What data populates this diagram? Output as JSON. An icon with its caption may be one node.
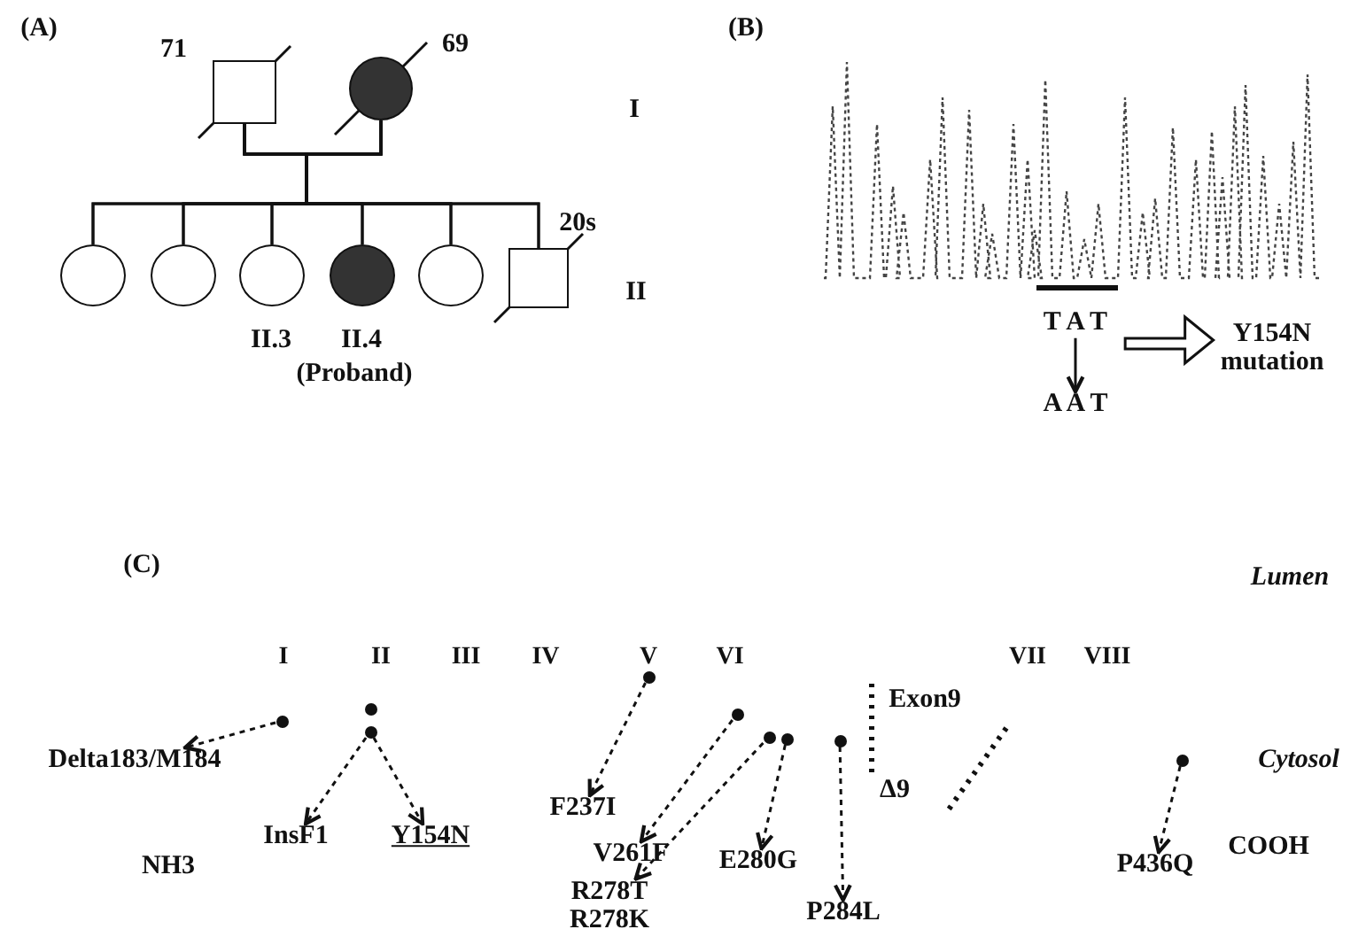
{
  "diagram": {
    "nodes": [
      {
        "text": [],
        "shape": "box",
        "beside": [
          "71"
        ]
      },
      {
        "text": [],
        "shape": "circle",
        "beside": [
          "69"
        ]
      },
      {
        "text": [],
        "shape": "circle"
      },
      {
        "text": [],
        "shape": "circle"
      },
      {
        "text": [],
        "shape": "circle",
        "beside": [
          "II.3"
        ]
      },
      {
        "text": [],
        "shape": "circle",
        "beside": [
          "II.4",
          "(Proband)"
        ]
      },
      {
        "text": [],
        "shape": "circle"
      },
      {
        "text": [],
        "shape": "box",
        "beside": [
          "20s"
        ]
      },
      {
        "text": [
          "T A T"
        ]
      },
      {
        "text": [
          "A A T"
        ]
      },
      {
        "text": [
          "Y154N mutation"
        ]
      },
      {
        "text": [],
        "shape": "circle"
      },
      {
        "text": [],
        "shape": "circle"
      },
      {
        "text": [],
        "shape": "circle"
      },
      {
        "text": [],
        "shape": "circle"
      },
      {
        "text": [],
        "shape": "circle"
      },
      {
        "text": [],
        "shape": "circle"
      },
      {
        "text": [],
        "shape": "circle"
      },
      {
        "text": [],
        "shape": "circle"
      },
      {
        "text": [],
        "shape": "circle"
      },
      {
        "text": [
          "Delta183/M184"
        ]
      },
      {
        "text": [
          "InsF1"
        ]
      },
      {
        "text": [
          "Y154N"
        ]
      },
      {
        "text": [
          "F237I"
        ]
      },
      {
        "text": [
          "V261F"
        ]
      },
      {
        "text": [
          "R278T R278K"
        ]
      },
      {
        "text": [
          "E280G"
        ]
      },
      {
        "text": [
          "P284L"
        ]
      },
      {
        "text": [
          "P436Q"
        ]
      }
    ],
    "edges": [
      {
        "from": 0,
        "to": 2,
        "arrow": "none"
      },
      {
        "from": 0,
        "to": 3,
        "arrow": "none"
      },
      {
        "from": 0,
        "to": 4,
        "arrow": "none"
      },
      {
        "from": 0,
        "to": 5,
        "arrow": "none"
      },
      {
        "from": 0,
        "to": 6,
        "arrow": "none"
      },
      {
        "from": 0,
        "to": 7,
        "arrow": "none"
      },
      {
        "from": 1,
        "to": 2,
        "arrow": "none"
      },
      {
        "from": 1,
        "to": 3,
        "arrow": "none"
      },
      {
        "from": 1,
        "to": 4,
        "arrow": "none"
      },
      {
        "from": 1,
        "to": 5,
        "arrow": "none"
      },
      {
        "from": 1,
        "to": 6,
        "arrow": "none"
      },
      {
        "from": 1,
        "to": 7,
        "arrow": "none"
      },
      {
        "from": 8,
        "to": 9,
        "arrow": "to"
      },
      {
        "from": 8,
        "to": 10,
        "arrow": "to"
      },
      {
        "from": 11,
        "to": 20,
        "arrow": "to",
        "style": "dashed"
      },
      {
        "from": 13,
        "to": 21,
        "arrow": "to",
        "style": "dashed"
      },
      {
        "from": 13,
        "to": 22,
        "arrow": "to",
        "style": "dashed"
      },
      {
        "from": 14,
        "to": 23,
        "arrow": "to",
        "style": "dashed"
      },
      {
        "from": 15,
        "to": 24,
        "arrow": "to",
        "style": "dashed"
      },
      {
        "from": 16,
        "to": 25,
        "arrow": "to",
        "style": "dashed"
      },
      {
        "from": 17,
        "to": 26,
        "arrow": "to",
        "style": "dashed"
      },
      {
        "from": 18,
        "to": 27,
        "arrow": "to",
        "style": "dashed"
      },
      {
        "from": 19,
        "to": 28,
        "arrow": "to",
        "style": "dashed"
      }
    ],
    "labels": [
      "(A)",
      "I",
      "II",
      "(B)",
      "(C)",
      "Lumen",
      "I",
      "II",
      "III",
      "IV",
      "V",
      "VI",
      "VII",
      "VIII",
      "Exon9",
      "Cytosol",
      "Δ9",
      "NH3",
      "COOH"
    ]
  }
}
